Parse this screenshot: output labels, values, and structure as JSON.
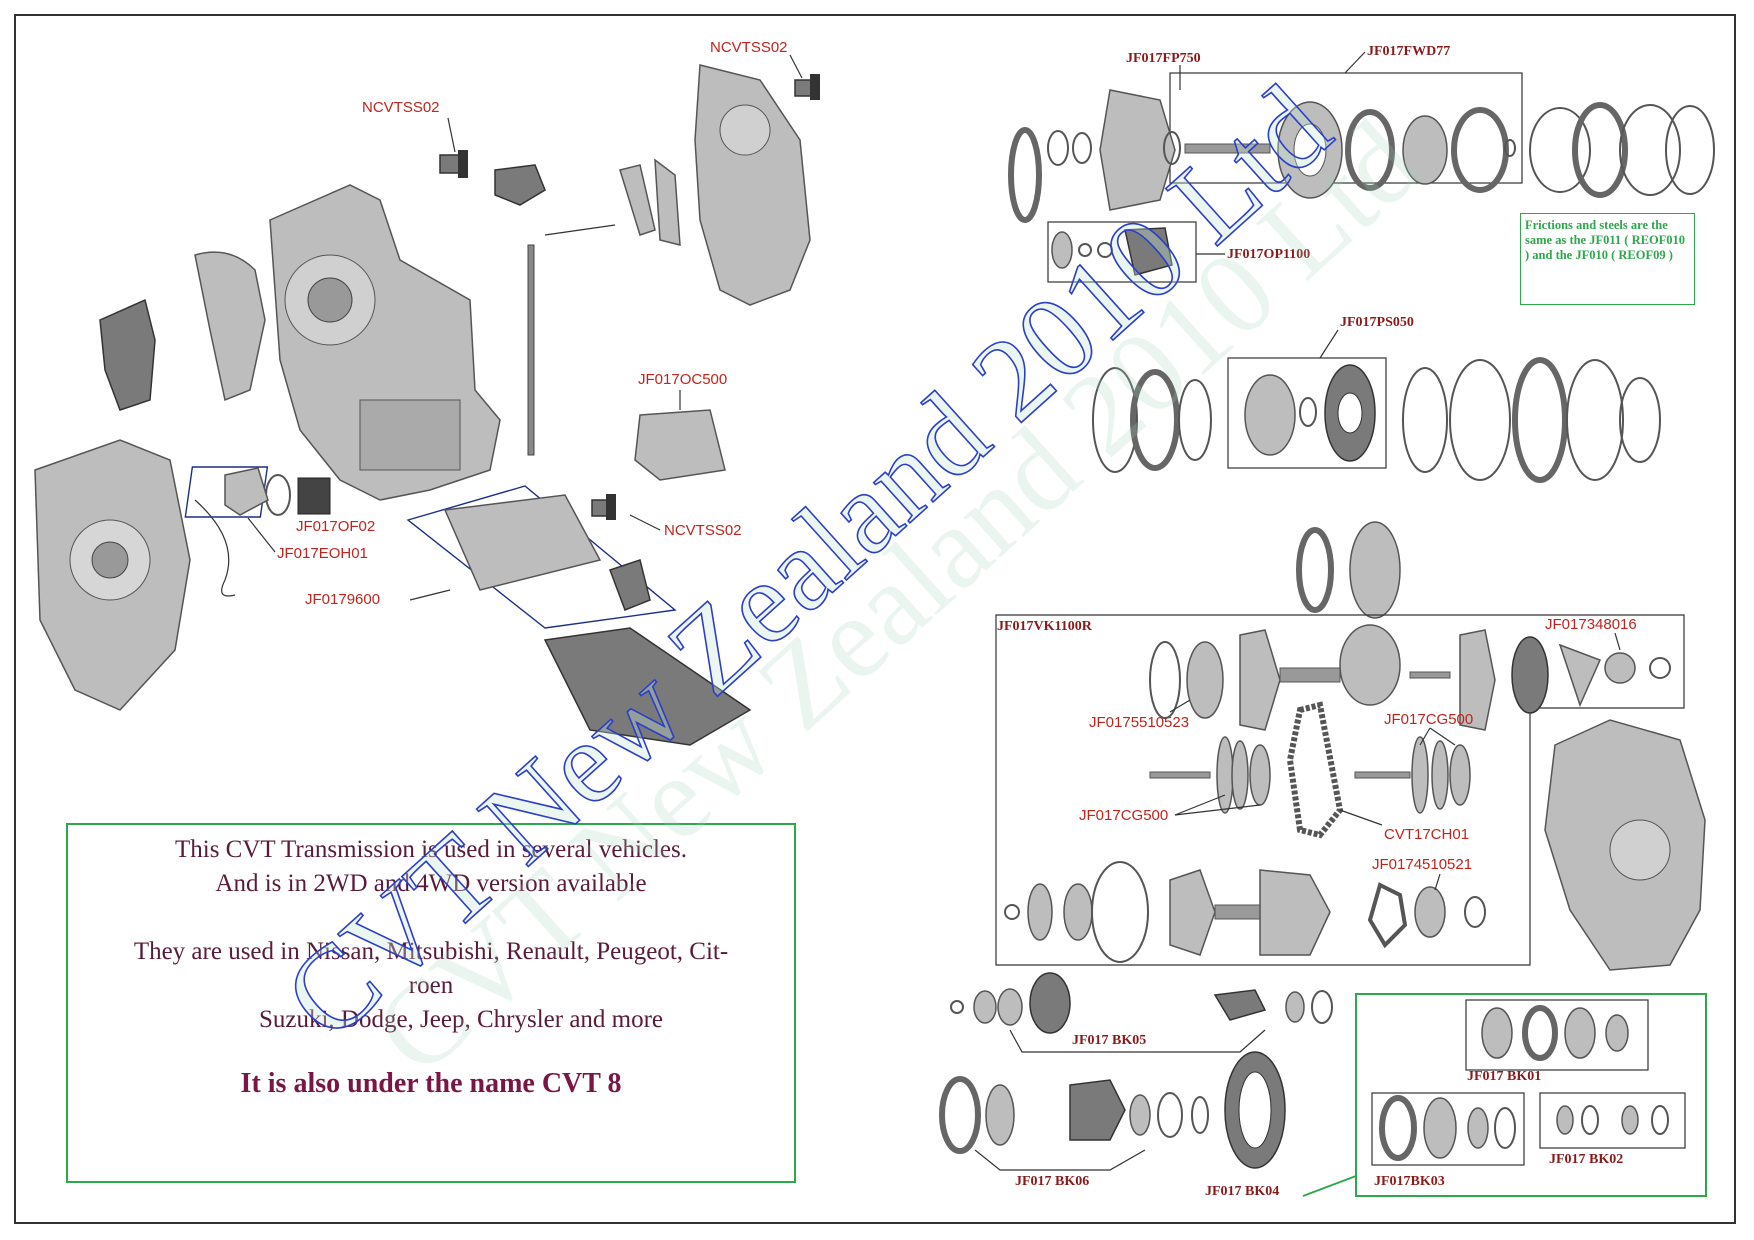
{
  "labels": {
    "ncvtss02_a": "NCVTSS02",
    "ncvtss02_b": "NCVTSS02",
    "ncvtss02_c": "NCVTSS02",
    "jf017oc500": "JF017OC500",
    "jf017of02": "JF017OF02",
    "jf017eoh01": "JF017EOH01",
    "jf0179600": "JF0179600",
    "jf017fp750": "JF017FP750",
    "jf017fwd77": "JF017FWD77",
    "jf017op1100": "JF017OP1100",
    "jf017ps050": "JF017PS050",
    "jf017vk1100r": "JF017VK1100R",
    "jf017348016": "JF017348016",
    "jf0175510523": "JF0175510523",
    "jf017cg500_a": "JF017CG500",
    "jf017cg500_b": "JF017CG500",
    "cvt17ch01": "CVT17CH01",
    "jf0174510521": "JF0174510521",
    "jf017bk05": "JF017 BK05",
    "jf017bk01": "JF017 BK01",
    "jf017bk02": "JF017 BK02",
    "jf017bk03": "JF017BK03",
    "jf017bk06": "JF017 BK06",
    "jf017bk04": "JF017 BK04"
  },
  "friction_note": "Frictions and steels are the same as the JF011 ( REOF010 ) and the JF010 ( REOF09 )",
  "info": {
    "line1": "This CVT Transmission is used in several vehicles.",
    "line2": "And is in 2WD and 4WD version available",
    "line3": "They are used in   Nissan, Mitsubishi, Renault, Peugeot, Cit-",
    "line4": "roen",
    "line5": "Suzuki, Dodge, Jeep, Chrysler and more",
    "line6": "It is also under the name CVT 8"
  },
  "watermark": {
    "text": "CVT New Zealand 2010 Ltd"
  },
  "colors": {
    "label_red": "#c0241c",
    "label_dark": "#8a1a1a",
    "green_box": "#2da84b",
    "blue_box": "#1c2d8a",
    "info_text": "#5a1a3a"
  }
}
